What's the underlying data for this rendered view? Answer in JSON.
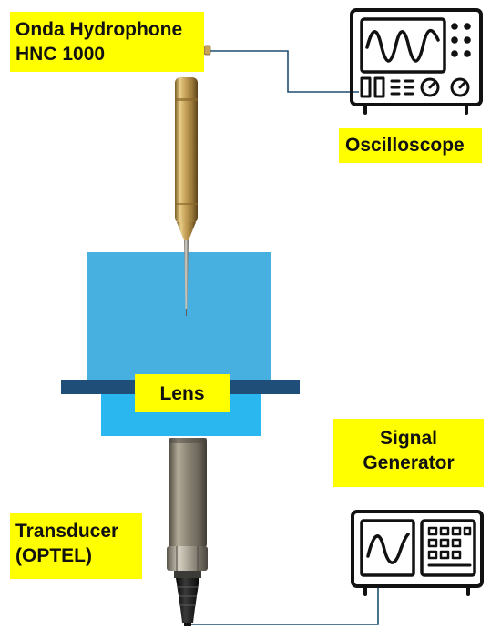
{
  "labels": {
    "hydrophone": [
      "Onda Hydrophone",
      "HNC 1000"
    ],
    "oscilloscope": "Oscilloscope",
    "lens": "Lens",
    "signal_generator": [
      "Signal",
      "Generator"
    ],
    "transducer": [
      "Transducer",
      "(OPTEL)"
    ]
  },
  "colors": {
    "label_background": "#ffff00",
    "water_tank": "#47b0e0",
    "lower_water": "#2ab6ee",
    "lens_plate": "#1f4f78",
    "cable": "#1e4f70",
    "hydrophone_metal": "#c7a25a",
    "transducer_metal": "#8c8576",
    "instrument_line": "#111111"
  },
  "icons": [
    "hydrophone-icon",
    "oscilloscope-icon",
    "signal-generator-icon",
    "transducer-icon"
  ]
}
